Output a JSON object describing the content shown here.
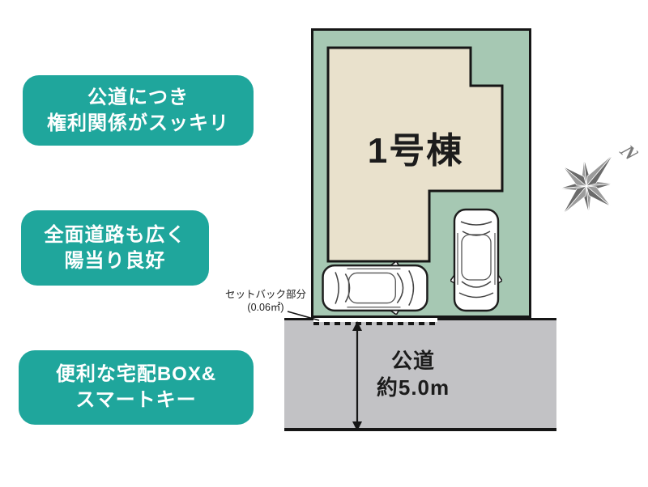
{
  "callouts": [
    {
      "line1": "公道につき",
      "line2": "権利関係がスッキリ"
    },
    {
      "line1": "全面道路も広く",
      "line2": "陽当り良好"
    },
    {
      "line1": "便利な宅配BOX&",
      "line2": "スマートキー"
    }
  ],
  "site_plan": {
    "building_label": "1号棟",
    "setback_label_line1": "セットバック部分",
    "setback_label_line2": "(0.06㎡)",
    "road_label_line1": "公道",
    "road_label_line2": "約5.0m",
    "compass_letter": "N"
  },
  "colors": {
    "teal": "#1fa69c",
    "lot_green": "#a6c8b3",
    "building_beige": "#e9e1cc",
    "road_gray": "#c2c2c5",
    "outline": "#161616",
    "compass_dark": "#6a6a6a",
    "compass_light": "#9b9b9b",
    "white": "#ffffff",
    "ink": "#1c1c1c"
  }
}
